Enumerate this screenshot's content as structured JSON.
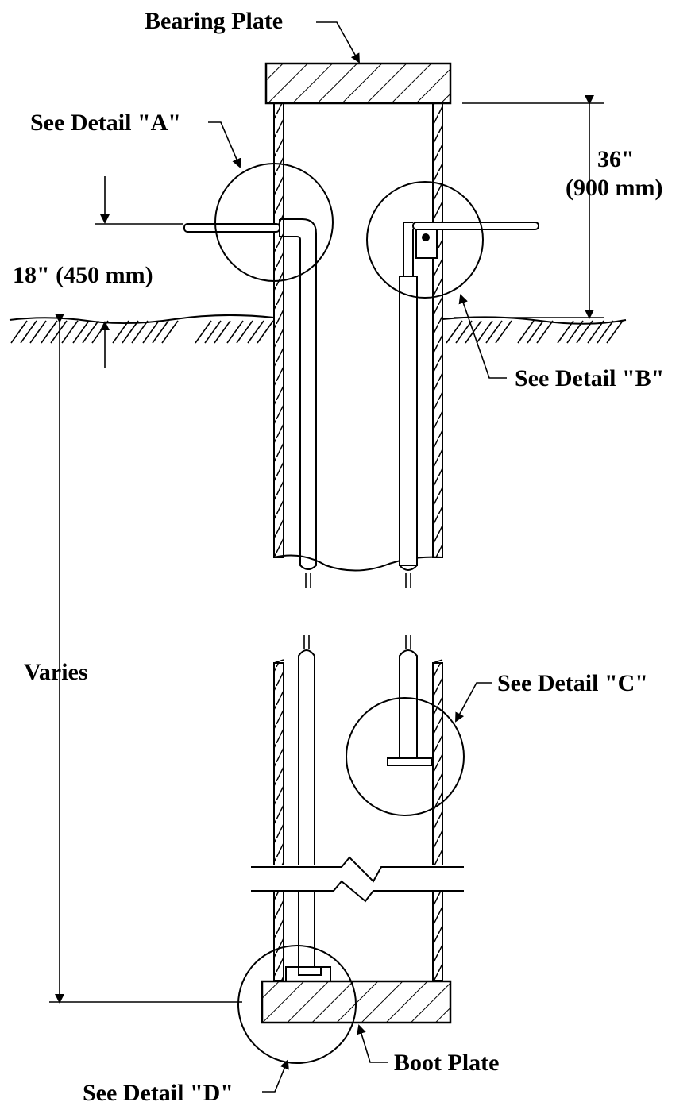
{
  "labels": {
    "bearing_plate": "Bearing Plate",
    "detail_a": "See Detail \"A\"",
    "detail_b": "See Detail \"B\"",
    "detail_c": "See Detail \"C\"",
    "detail_d": "See Detail \"D\"",
    "boot_plate": "Boot Plate",
    "dim_36_in": "36\"",
    "dim_36_mm": "(900 mm)",
    "dim_18": "18\" (450 mm)",
    "varies": "Varies"
  }
}
